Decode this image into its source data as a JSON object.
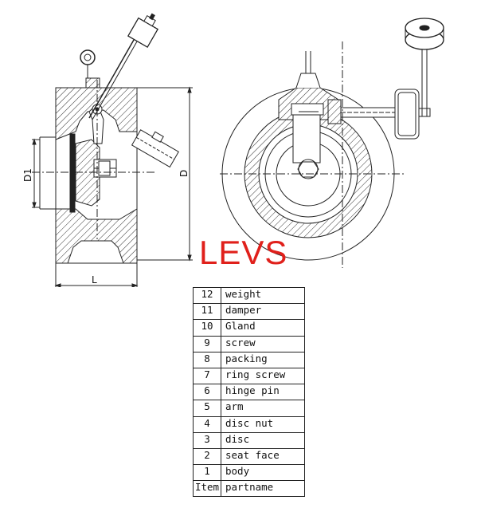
{
  "logo_text": "LEVS",
  "dimensions": {
    "D1": "D1",
    "D": "D",
    "L": "L"
  },
  "parts_header": {
    "item": "Item",
    "name": "partname"
  },
  "parts": [
    {
      "no": "12",
      "name": "weight"
    },
    {
      "no": "11",
      "name": "damper"
    },
    {
      "no": "10",
      "name": "Gland"
    },
    {
      "no": "9",
      "name": "screw"
    },
    {
      "no": "8",
      "name": "packing"
    },
    {
      "no": "7",
      "name": "ring screw"
    },
    {
      "no": "6",
      "name": "hinge pin"
    },
    {
      "no": "5",
      "name": "arm"
    },
    {
      "no": "4",
      "name": "disc nut"
    },
    {
      "no": "3",
      "name": "disc"
    },
    {
      "no": "2",
      "name": "seat face"
    },
    {
      "no": "1",
      "name": "body"
    }
  ],
  "colors": {
    "logo": "#e0201b",
    "line": "#222222"
  }
}
